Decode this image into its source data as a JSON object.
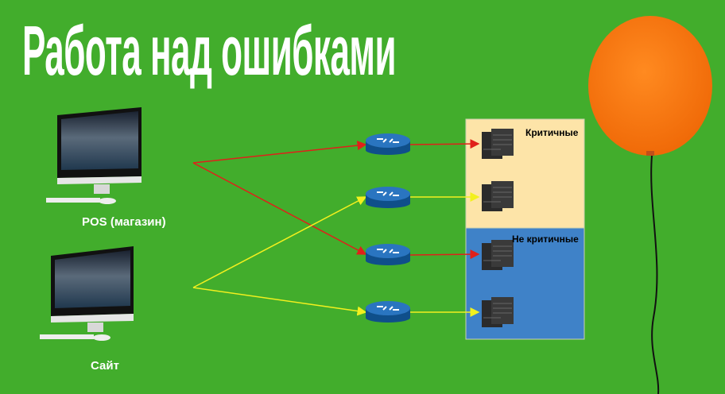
{
  "slide": {
    "title": "Работа над ошибками",
    "sources": [
      {
        "label": "POS (магазин)",
        "icon": "desktop-computer-icon"
      },
      {
        "label": "Сайт",
        "icon": "desktop-computer-icon"
      }
    ],
    "zones": [
      {
        "label": "Критичные",
        "color": "#fde4a8"
      },
      {
        "label": "Не критичные",
        "color": "#3f82c8"
      }
    ],
    "link_colors": {
      "pos": "#e0201a",
      "site": "#f2f01e"
    },
    "background": "#42ad2c"
  }
}
